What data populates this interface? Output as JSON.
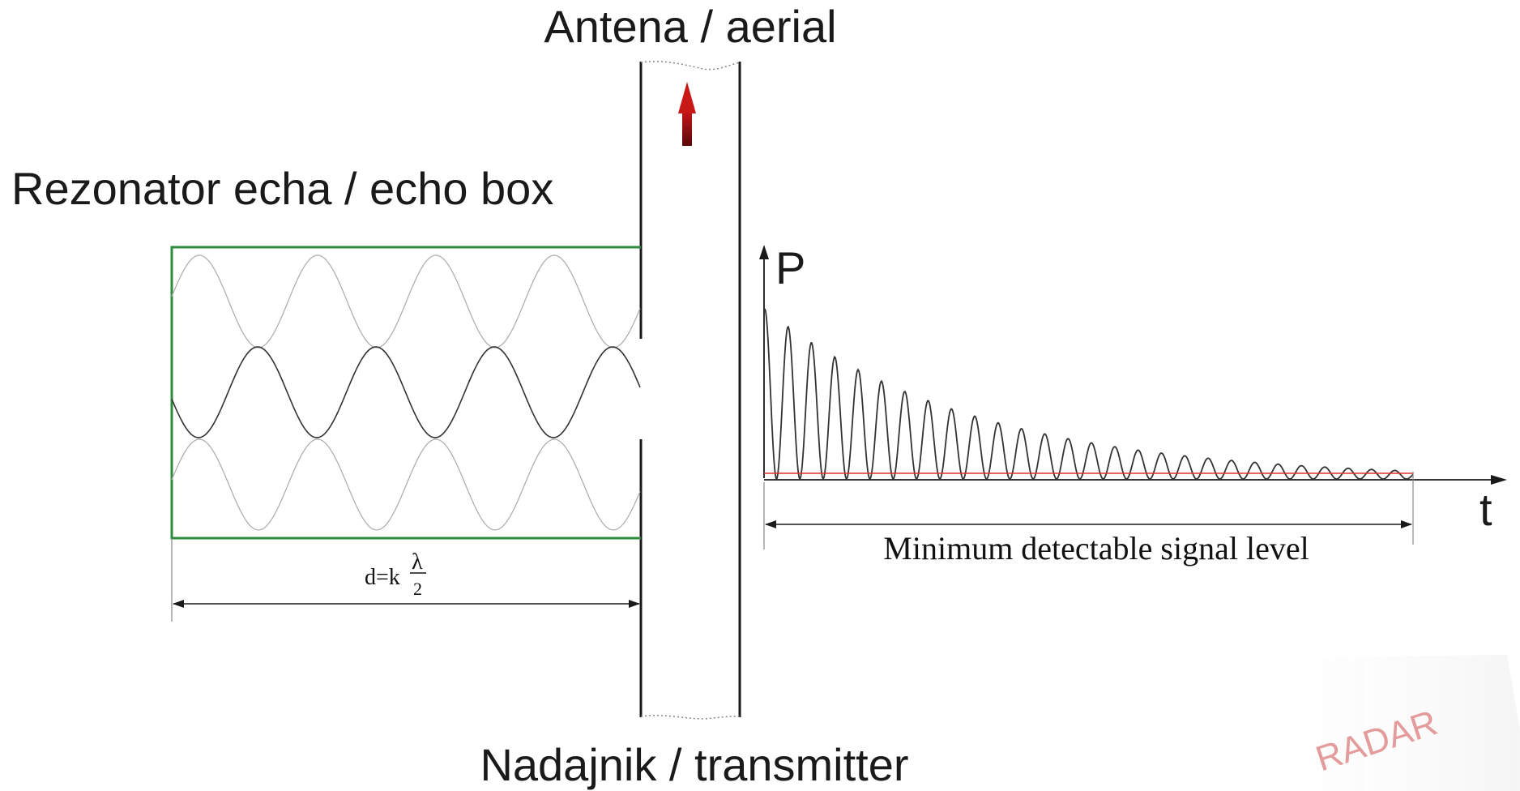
{
  "labels": {
    "antenna": "Antena / aerial",
    "echo_box": "Rezonator echa / echo box",
    "transmitter": "Nadajnik / transmitter",
    "power_axis": "P",
    "time_axis": "t",
    "min_signal": "Minimum detectable signal level",
    "distance_prefix": "d=k",
    "lambda": "λ",
    "two": "2",
    "watermark": "RADAR"
  },
  "colors": {
    "echo_box_border": "#2e8b3e",
    "threshold_line": "#e03030",
    "arrow": "#b01010",
    "ink": "#1a1a1a",
    "light_wave": "#b0b0b0",
    "dark_wave": "#333333",
    "watermark": "#e08a8a"
  },
  "icons": {
    "antenna_arrow": "up-arrow-icon"
  }
}
